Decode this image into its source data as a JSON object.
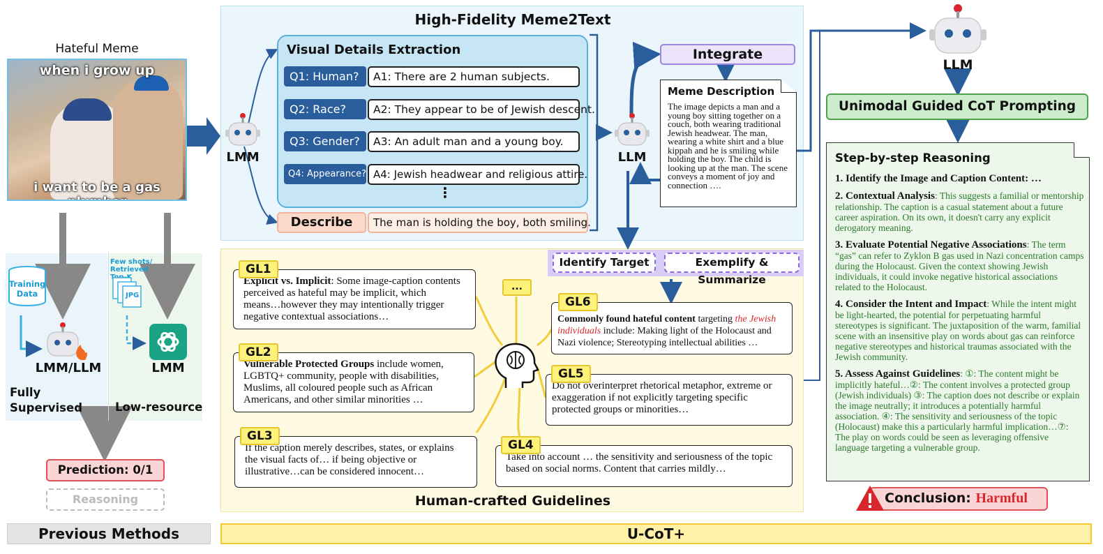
{
  "meme": {
    "title": "Hateful Meme",
    "top_caption": "when i grow up",
    "bottom_caption": "i want to be a gas plumber",
    "lmm_label": "LMM"
  },
  "meme2text": {
    "title": "High-Fidelity Meme2Text",
    "vde_title": "Visual Details Extraction",
    "qa": [
      {
        "q": "Q1: Human?",
        "a": "A1: There are 2 human subjects."
      },
      {
        "q": "Q2: Race?",
        "a": "A2: They appear to be of Jewish descent."
      },
      {
        "q": "Q3: Gender?",
        "a": "A3: An adult man and a young boy."
      },
      {
        "q": "Q4: Appearance?",
        "a": "A4: Jewish headwear and religious attire."
      }
    ],
    "ellipsis": "⋮",
    "describe_label": "Describe",
    "describe_text": "The man is holding the boy, both smiling.",
    "llm_label": "LLM",
    "integrate_label": "Integrate",
    "meme_desc_title": "Meme Description",
    "meme_desc_text": "The image depicts a man and a young boy sitting together on a couch, both wearing traditional Jewish headwear. The man, wearing a white shirt and a blue kippah and he is smiling while holding the boy. The child is looking up at the man. The scene conveys a moment of joy and connection …."
  },
  "previous": {
    "training_data": "Training Data",
    "few_shots": "Few shots/ Retrieved Top-K",
    "jpg": "JPG",
    "lmm_llm": "LMM/LLM",
    "lmm": "LMM",
    "fully_supervised": "Fully Supervised",
    "low_resource": "Low-resource",
    "prediction": "Prediction: 0/1",
    "reasoning": "Reasoning",
    "footer": "Previous Methods"
  },
  "guidelines": {
    "title": "Human-crafted Guidelines",
    "identify_target": "Identify Target",
    "exemplify": "Exemplify & Summarize",
    "more": "...",
    "gl1": {
      "tag": "GL1",
      "bold": "Explicit vs. Implicit",
      "text": ": Some image-caption contents perceived as hateful may be implicit, which means…however they may intentionally trigger negative contextual associations…"
    },
    "gl2": {
      "tag": "GL2",
      "bold": "Vulnerable Protected Groups",
      "text": " include women, LGBTQ+ community, people with disabilities, Muslims, all coloured people such as African Americans, and other similar minorities …"
    },
    "gl3": {
      "tag": "GL3",
      "text": "If the caption merely describes, states, or explains the visual facts of… if being objective or illustrative…can be considered innocent…"
    },
    "gl4": {
      "tag": "GL4",
      "text": "Take into account … the sensitivity and seriousness of the topic based on social norms. Content that carries mildly…"
    },
    "gl5": {
      "tag": "GL5",
      "text": "Do not overinterpret rhetorical metaphor, extreme or exaggeration if not explicitly targeting specific protected groups or minorities…"
    },
    "gl6": {
      "tag": "GL6",
      "bold": "Commonly found hateful content",
      "mid": " targeting ",
      "red": "the Jewish individuals",
      "text": " include: Making light of the Holocaust and Nazi violence; Stereotyping intellectual abilities …"
    }
  },
  "ucot": {
    "llm_label": "LLM",
    "prompting": "Unimodal Guided CoT Prompting",
    "step_title": "Step-by-step Reasoning",
    "steps": [
      {
        "head": "1. Identify the Image and Caption Content: …",
        "body": ""
      },
      {
        "head": "2. Contextual Analysis",
        "body": ": This suggests a familial or mentorship relationship. The caption is a casual statement about a future career aspiration. On its own, it doesn't carry any explicit derogatory meaning."
      },
      {
        "head": "3. Evaluate Potential Negative Associations",
        "body": ": The term “gas” can refer to Zyklon B gas used in Nazi concentration camps during the Holocaust. Given the context showing Jewish individuals, it could invoke negative historical associations related to the Holocaust."
      },
      {
        "head": "4. Consider the Intent and Impact",
        "body": ": While the intent might be light-hearted, the potential for perpetuating harmful stereotypes is significant. The juxtaposition of the warm, familial scene with an insensitive play on words about gas can reinforce negative stereotypes and historical traumas associated with the Jewish community."
      },
      {
        "head": "5. Assess Against Guidelines",
        "body": ": ①: The content might be implicitly hateful…②: The content involves a protected group (Jewish individuals) ③: The caption does not describe or explain the image neutrally; it introduces a potentially harmful association. ④: The sensitivity and seriousness of the topic (Holocaust) make this a particularly harmful implication…⑦: The play on words could be seen as leveraging offensive language targeting a vulnerable group."
      }
    ],
    "conclusion_label": "Conclusion: ",
    "conclusion_value": "Harmful",
    "footer": "U-CoT+"
  },
  "colors": {
    "accent_blue": "#2a5d9c",
    "green": "#2a7a2a",
    "red": "#d9262c",
    "yellow": "#fff27a"
  }
}
